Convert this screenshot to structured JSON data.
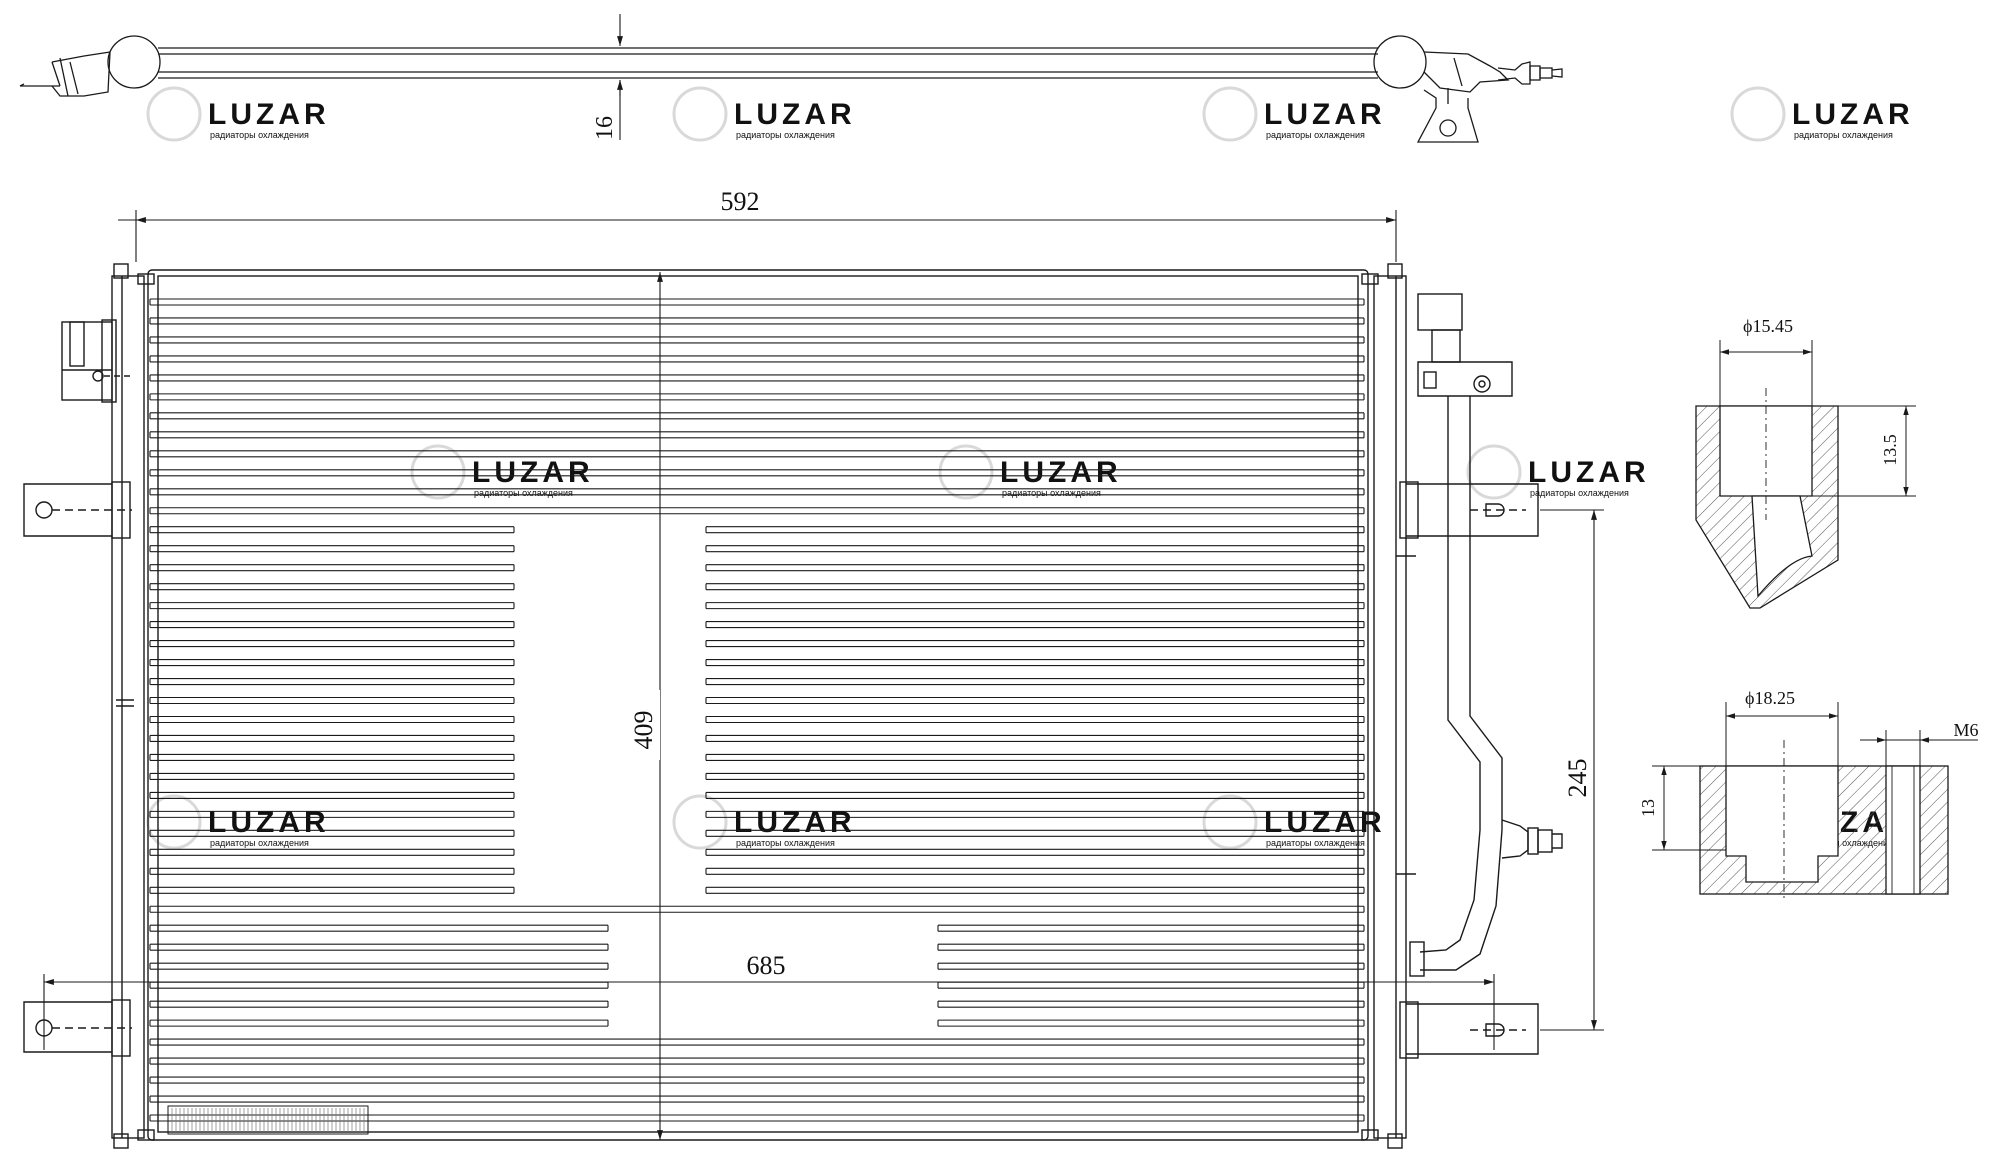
{
  "drawing": {
    "line_color": "#1a1a1a",
    "watermark_color": "#d9d9d9",
    "hatch_color": "#555555",
    "tube_count": 44,
    "dimensions": {
      "thickness": "16",
      "width": "592",
      "height": "409",
      "overall_width": "685",
      "mount_spacing": "245"
    },
    "fitting_top": {
      "diameter": "ϕ15.45",
      "depth": "13.5"
    },
    "fitting_bottom": {
      "diameter": "ϕ18.25",
      "thread": "M6",
      "depth": "13"
    },
    "watermark": {
      "brand": "LUZAR",
      "tagline": "радиаторы охлаждения"
    }
  }
}
